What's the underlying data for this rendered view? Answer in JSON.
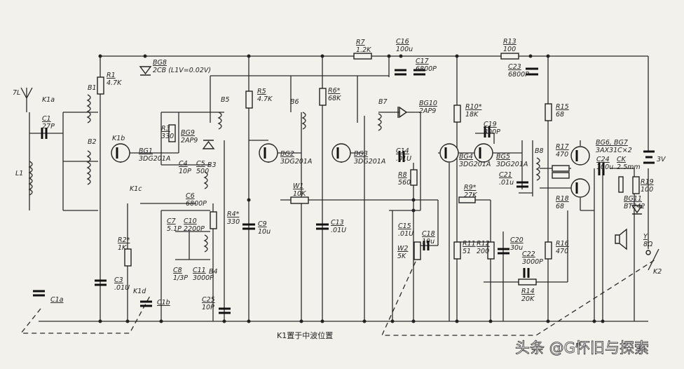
{
  "diagram": {
    "title_note": "K1置于中波位置",
    "watermark": "头条 @G怀旧与探索",
    "antenna_label": "7L",
    "coil_label": "L1",
    "switches": {
      "K1a": "K1a",
      "K1b": "K1b",
      "K1c": "K1c",
      "K1d": "K1d",
      "K2": "K2"
    },
    "transformers": {
      "B1": "B1",
      "B2": "B2",
      "B3": "B3",
      "B4": "B4",
      "B5": "B5",
      "B6": "B6",
      "B7": "B7",
      "B8": "B8"
    },
    "components": {
      "R1": {
        "name": "R1",
        "value": "4.7K"
      },
      "BG8": {
        "name": "BG8",
        "value": "2CB (L1V=0.02V)"
      },
      "C1": {
        "name": "C1",
        "value": "27P"
      },
      "BG1": {
        "name": "BG1",
        "value": "3DG201A"
      },
      "R3": {
        "name": "R3",
        "value": "330"
      },
      "BG9": {
        "name": "BG9",
        "value": "2AP9"
      },
      "C4": {
        "name": "C4",
        "value": "10P"
      },
      "C5": {
        "name": "C5",
        "value": "500"
      },
      "C6": {
        "name": "C6",
        "value": "6800P"
      },
      "C10": {
        "name": "C10",
        "value": "2200P"
      },
      "C7": {
        "name": "C7",
        "value": "5.1P"
      },
      "C8": {
        "name": "C8",
        "value": "1/3P"
      },
      "C11": {
        "name": "C11",
        "value": "3000P"
      },
      "C25": {
        "name": "C25",
        "value": "10P"
      },
      "R4": {
        "name": "R4*",
        "value": "330"
      },
      "R2": {
        "name": "R2*",
        "value": "1K"
      },
      "C3": {
        "name": "C3",
        "value": ".01U"
      },
      "C1a": {
        "name": "C1a",
        "value": ""
      },
      "C1b": {
        "name": "C1b",
        "value": ""
      },
      "R5": {
        "name": "R5",
        "value": "4.7K"
      },
      "R6": {
        "name": "R6*",
        "value": "68K"
      },
      "BG2": {
        "name": "BG2",
        "value": "3DG201A"
      },
      "BG3": {
        "name": "BG3",
        "value": "3DG201A"
      },
      "R7": {
        "name": "R7",
        "value": "1.2K"
      },
      "C16": {
        "name": "C16",
        "value": "100u"
      },
      "C17": {
        "name": "C17",
        "value": "6800P"
      },
      "BG10": {
        "name": "BG10",
        "value": "2AP9"
      },
      "C14": {
        "name": "C14",
        "value": ".01U"
      },
      "R8": {
        "name": "R8",
        "value": "560"
      },
      "W1": {
        "name": "W1",
        "value": "10K"
      },
      "C9": {
        "name": "C9",
        "value": "10u"
      },
      "C13": {
        "name": "C13",
        "value": ".01U"
      },
      "C15": {
        "name": "C15",
        "value": ".01U"
      },
      "C18": {
        "name": "C18",
        "value": "10u"
      },
      "W2": {
        "name": "W2",
        "value": "5K"
      },
      "R13": {
        "name": "R13",
        "value": "100"
      },
      "C23": {
        "name": "C23",
        "value": "6800P"
      },
      "R10": {
        "name": "R10*",
        "value": "18K"
      },
      "C19": {
        "name": "C19",
        "value": "300P"
      },
      "BG4": {
        "name": "BG4",
        "value": "3DG201A"
      },
      "BG5": {
        "name": "BG5",
        "value": "3DG201A"
      },
      "C21": {
        "name": "C21",
        "value": ".01u"
      },
      "R9": {
        "name": "R9*",
        "value": "27K"
      },
      "R15": {
        "name": "R15",
        "value": "68"
      },
      "R17": {
        "name": "R17",
        "value": "470"
      },
      "BG6": {
        "name": "BG6, BG7",
        "value": "3AX31C×2"
      },
      "C24": {
        "name": "C24",
        "value": "100u"
      },
      "CK": {
        "name": "CK",
        "value": "2.5mm"
      },
      "BAT": {
        "name": "",
        "value": "3V"
      },
      "R19": {
        "name": "R19",
        "value": "100"
      },
      "R18": {
        "name": "R18",
        "value": "68"
      },
      "BG11": {
        "name": "BG11",
        "value": "BT242"
      },
      "Y": {
        "name": "Y",
        "value": "8Ω"
      },
      "R11": {
        "name": "R11",
        "value": "51"
      },
      "R12": {
        "name": "R12",
        "value": "200"
      },
      "C20": {
        "name": "C20",
        "value": "30u"
      },
      "C22": {
        "name": "C22",
        "value": "3000P"
      },
      "R16": {
        "name": "R16",
        "value": "470"
      },
      "R14": {
        "name": "R14",
        "value": "20K"
      }
    }
  }
}
